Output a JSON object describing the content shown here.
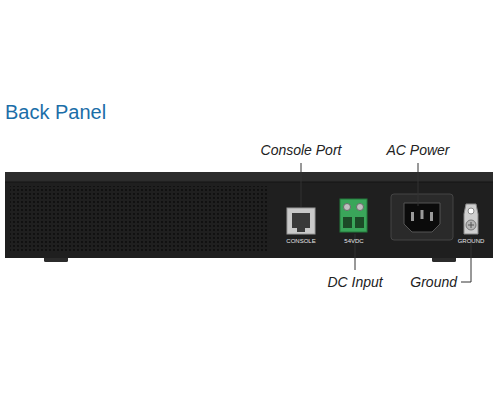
{
  "diagram": {
    "title": "Back Panel",
    "labels": [
      "Console Port",
      "AC Power",
      "CONSOLE",
      "54VDC",
      "GROUND",
      "DC Input",
      "Ground"
    ]
  }
}
